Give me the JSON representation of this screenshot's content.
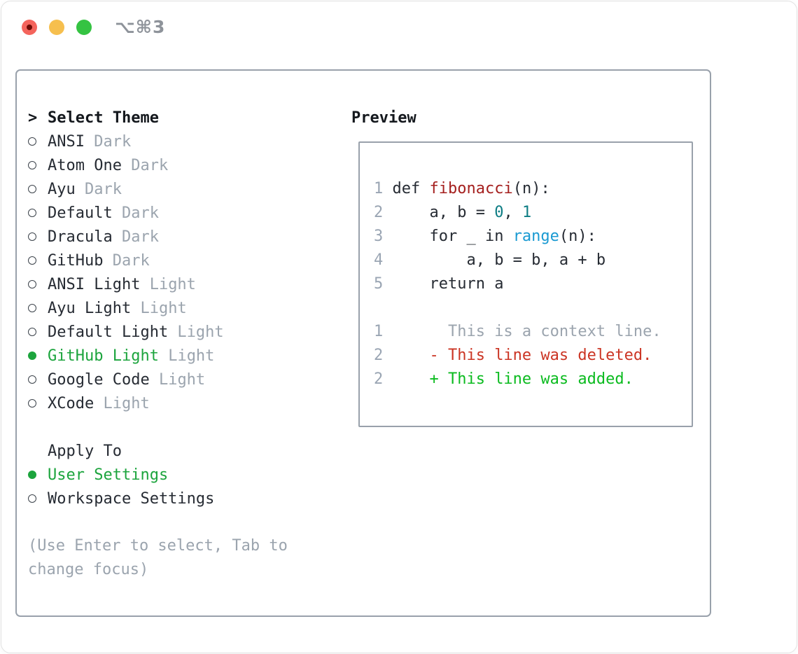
{
  "window": {
    "title": "⌥⌘3",
    "traffic_lights": {
      "close": "close-button",
      "minimize": "minimize-button",
      "zoom": "zoom-button"
    }
  },
  "theme_list": {
    "prompt": ">",
    "header": "Select Theme",
    "items": [
      {
        "name": "ANSI",
        "variant": "Dark",
        "selected": false
      },
      {
        "name": "Atom One",
        "variant": "Dark",
        "selected": false
      },
      {
        "name": "Ayu",
        "variant": "Dark",
        "selected": false
      },
      {
        "name": "Default",
        "variant": "Dark",
        "selected": false
      },
      {
        "name": "Dracula",
        "variant": "Dark",
        "selected": false
      },
      {
        "name": "GitHub",
        "variant": "Dark",
        "selected": false
      },
      {
        "name": "ANSI Light",
        "variant": "Light",
        "selected": false
      },
      {
        "name": "Ayu Light",
        "variant": "Light",
        "selected": false
      },
      {
        "name": "Default Light",
        "variant": "Light",
        "selected": false
      },
      {
        "name": "GitHub Light",
        "variant": "Light",
        "selected": true
      },
      {
        "name": "Google Code",
        "variant": "Light",
        "selected": false
      },
      {
        "name": "XCode",
        "variant": "Light",
        "selected": false
      }
    ]
  },
  "apply_to": {
    "header": "Apply To",
    "options": [
      {
        "label": "User Settings",
        "selected": true
      },
      {
        "label": "Workspace Settings",
        "selected": false
      }
    ]
  },
  "hint": {
    "line1": "(Use Enter to select, Tab to",
    "line2": "change focus)"
  },
  "preview": {
    "header": "Preview",
    "lines": [
      {
        "n": "1",
        "tokens": [
          [
            " def ",
            "text"
          ],
          [
            "fibonacci",
            "func"
          ],
          [
            "(n):",
            "text"
          ]
        ]
      },
      {
        "n": "2",
        "tokens": [
          [
            "     a, b = ",
            "text"
          ],
          [
            "0",
            "number"
          ],
          [
            ", ",
            "text"
          ],
          [
            "1",
            "number"
          ]
        ]
      },
      {
        "n": "3",
        "tokens": [
          [
            "     for _ in ",
            "text"
          ],
          [
            "range",
            "builtin"
          ],
          [
            "(n):",
            "text"
          ]
        ]
      },
      {
        "n": "4",
        "tokens": [
          [
            "         a, b = b, a + b",
            "text"
          ]
        ]
      },
      {
        "n": "5",
        "tokens": [
          [
            "     return a",
            "text"
          ]
        ]
      },
      {
        "n": "",
        "tokens": []
      },
      {
        "n": "1",
        "tokens": [
          [
            "       This is a context line.",
            "muted"
          ]
        ]
      },
      {
        "n": "2",
        "tokens": [
          [
            "     - This line was deleted.",
            "removed"
          ]
        ]
      },
      {
        "n": "2",
        "tokens": [
          [
            "     + This line was added.",
            "added"
          ]
        ]
      }
    ]
  },
  "colors": {
    "text": "#262b33",
    "muted": "#9ba4ae",
    "line_number": "#9aa5b3",
    "selected_green": "#1ca43d",
    "added": "#0bbb1f",
    "removed": "#cb3524",
    "func": "#a5201f",
    "number": "#0e7d84",
    "builtin": "#1a9ad2",
    "border": "#99a1ab"
  }
}
